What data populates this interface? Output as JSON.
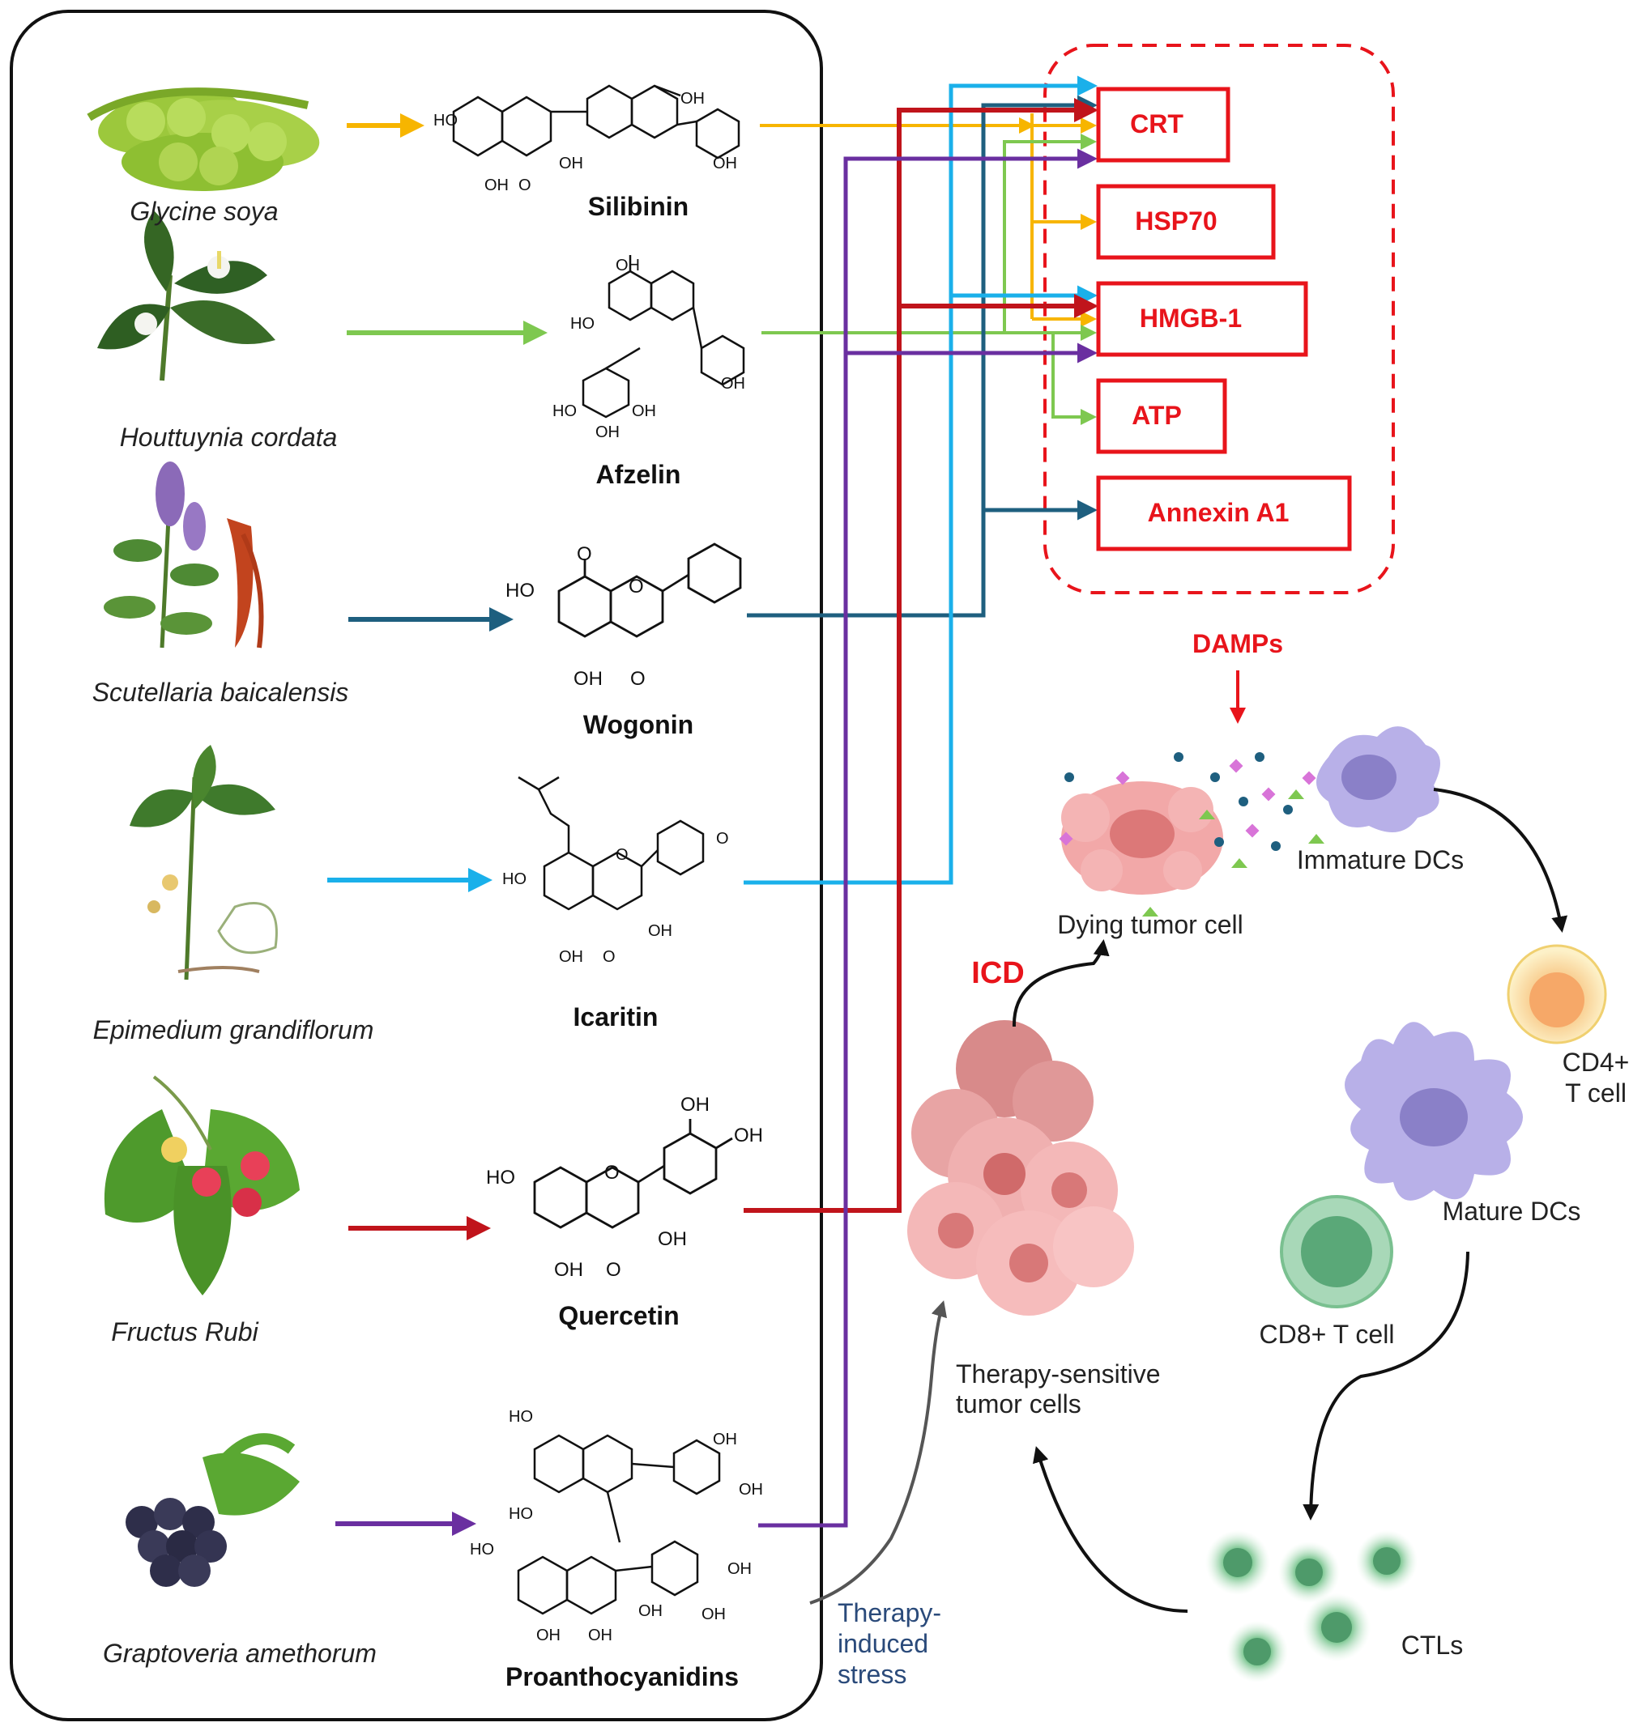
{
  "colors": {
    "silibinin": "#f7b500",
    "afzelin": "#7ec850",
    "wogonin": "#1e5f7f",
    "icaritin": "#1ab0ea",
    "quercetin": "#c0141b",
    "proanthocyanidins": "#6a2fa0",
    "damp_red": "#e8141b"
  },
  "plants": [
    {
      "name": "Glycine soya",
      "compound": "Silibinin"
    },
    {
      "name": "Houttuynia cordata",
      "compound": "Afzelin"
    },
    {
      "name": "Scutellaria baicalensis",
      "compound": "Wogonin"
    },
    {
      "name": "Epimedium grandiflorum",
      "compound": "Icaritin"
    },
    {
      "name": "Fructus Rubi",
      "compound": "Quercetin"
    },
    {
      "name": "Graptoveria amethorum",
      "compound": "Proanthocyanidins"
    }
  ],
  "damps": {
    "title": "DAMPs",
    "items": [
      "CRT",
      "HSP70",
      "HMGB-1",
      "ATP",
      "Annexin A1"
    ]
  },
  "cells": {
    "dying": "Dying tumor cell",
    "immature_dcs": "Immature DCs",
    "cd4_line1": "CD4+",
    "cd4_line2": "T cell",
    "mature_dcs": "Mature DCs",
    "cd8": "CD8+ T cell",
    "ctls": "CTLs",
    "sensitive_line1": "Therapy-sensitive",
    "sensitive_line2": "tumor cells",
    "icd": "ICD",
    "stress_line1": "Therapy-",
    "stress_line2": "induced",
    "stress_line3": "stress"
  },
  "chem": {
    "ho": "HO",
    "oh": "OH",
    "o": "O"
  }
}
